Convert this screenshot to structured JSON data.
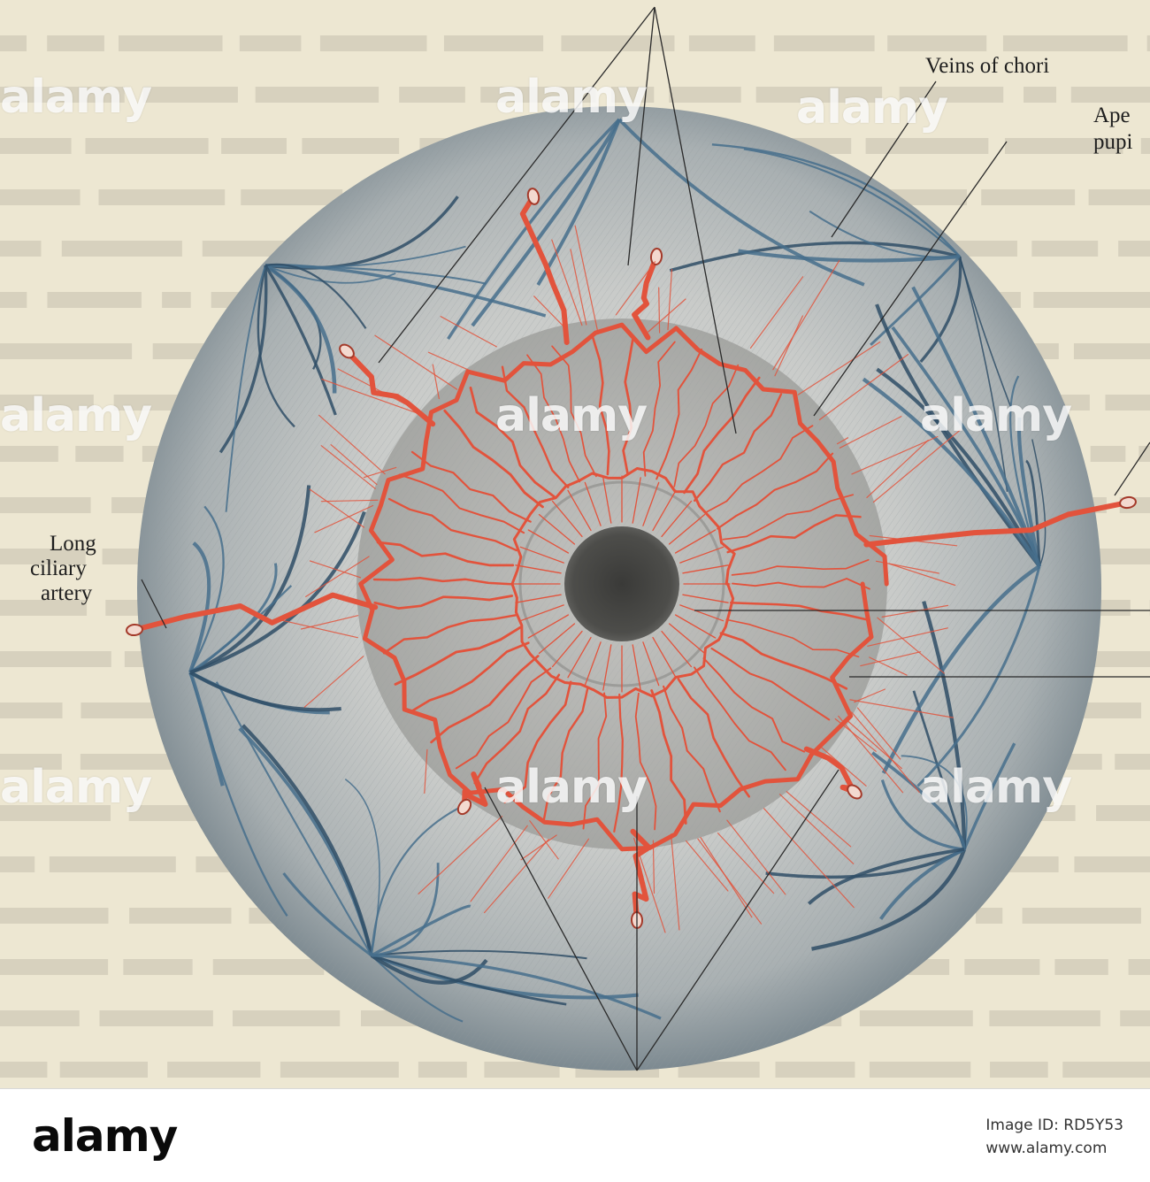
{
  "figure": {
    "labels": {
      "veins_of_choroid": "Veins of chori",
      "aperture_pupil_line1": "Ape",
      "aperture_pupil_line2": "pupi",
      "long_ciliary_line1": "Long",
      "long_ciliary_line2": "ciliary",
      "long_ciliary_line3": "artery"
    },
    "colors": {
      "paper": "#ede7d2",
      "artery": "#e2533c",
      "vein": "#3a5f7a",
      "iris": "#a9a9a6",
      "pupil": "#4a4a47"
    }
  },
  "watermark": {
    "text": "alamy"
  },
  "footer": {
    "logo": "alamy",
    "image_id_label": "Image ID: RD5Y53",
    "site": "www.alamy.com"
  }
}
